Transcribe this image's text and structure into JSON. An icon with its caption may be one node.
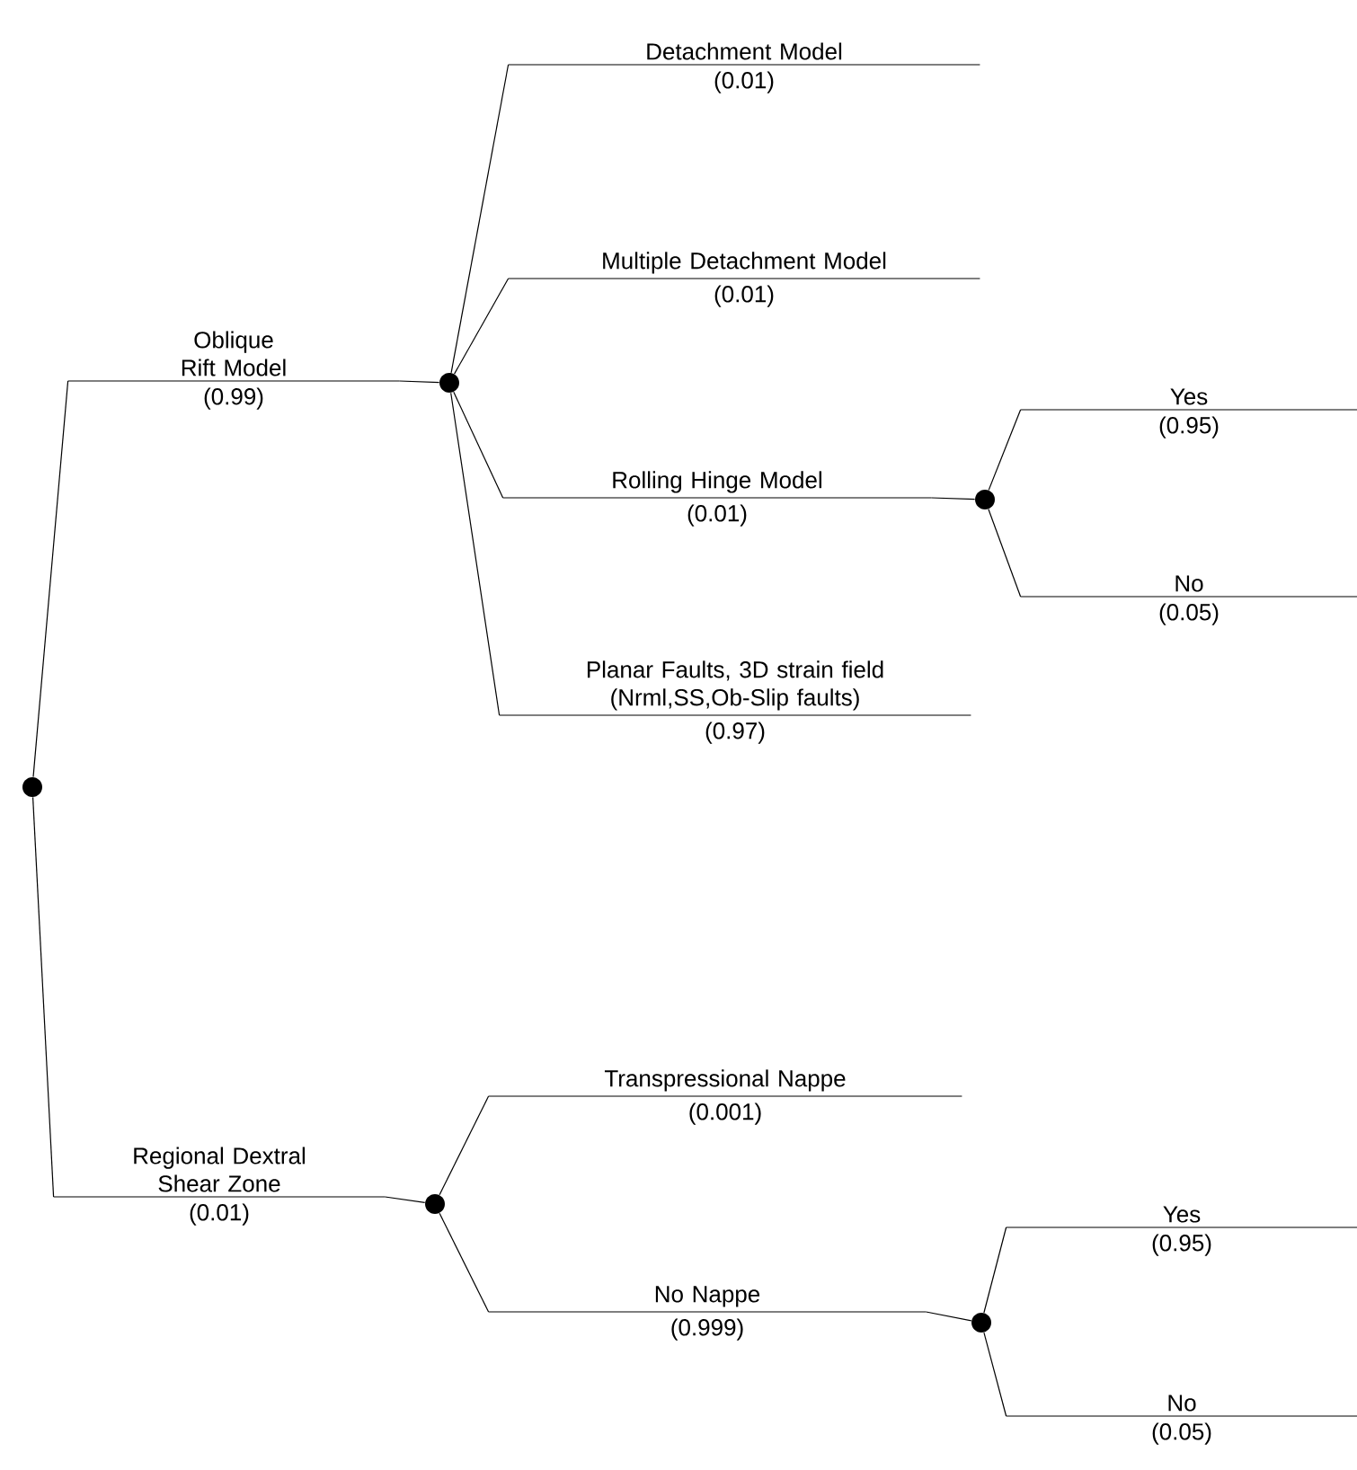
{
  "diagram": {
    "nodes": [
      {
        "text": [],
        "shape": "circle"
      },
      {
        "text": [
          "Oblique Rift Model",
          "(0.99)"
        ]
      },
      {
        "text": [],
        "shape": "circle"
      },
      {
        "text": [
          "Detachment Model",
          "(0.01)"
        ]
      },
      {
        "text": [
          "Multiple Detachment Model",
          "(0.01)"
        ]
      },
      {
        "text": [
          "Rolling Hinge Model",
          "(0.01)"
        ]
      },
      {
        "text": [],
        "shape": "circle"
      },
      {
        "text": [
          "Yes",
          "(0.95)"
        ]
      },
      {
        "text": [
          "No",
          "(0.05)"
        ]
      },
      {
        "text": [
          "Planar Faults, 3D strain field (Nrml,SS,Ob-Slip faults)",
          "(0.97)"
        ]
      },
      {
        "text": [
          "Regional Dextral Shear Zone",
          "(0.01)"
        ]
      },
      {
        "text": [],
        "shape": "circle"
      },
      {
        "text": [
          "Transpressional Nappe",
          "(0.001)"
        ]
      },
      {
        "text": [
          "No Nappe",
          "(0.999)"
        ]
      },
      {
        "text": [],
        "shape": "circle"
      },
      {
        "text": [
          "Yes",
          "(0.95)"
        ]
      },
      {
        "text": [
          "No",
          "(0.05)"
        ]
      }
    ],
    "edges": [
      {
        "from": 0,
        "to": 1,
        "arrow": "none"
      },
      {
        "from": 1,
        "to": 2,
        "arrow": "none"
      },
      {
        "from": 2,
        "to": 3,
        "arrow": "none"
      },
      {
        "from": 2,
        "to": 4,
        "arrow": "none"
      },
      {
        "from": 2,
        "to": 5,
        "arrow": "none"
      },
      {
        "from": 5,
        "to": 6,
        "arrow": "none"
      },
      {
        "from": 6,
        "to": 7,
        "arrow": "none"
      },
      {
        "from": 6,
        "to": 8,
        "arrow": "none"
      },
      {
        "from": 2,
        "to": 9,
        "arrow": "none"
      },
      {
        "from": 0,
        "to": 10,
        "arrow": "none"
      },
      {
        "from": 10,
        "to": 11,
        "arrow": "none"
      },
      {
        "from": 11,
        "to": 12,
        "arrow": "none"
      },
      {
        "from": 11,
        "to": 13,
        "arrow": "none"
      },
      {
        "from": 13,
        "to": 14,
        "arrow": "none"
      },
      {
        "from": 14,
        "to": 15,
        "arrow": "none"
      },
      {
        "from": 14,
        "to": 16,
        "arrow": "none"
      }
    ]
  }
}
